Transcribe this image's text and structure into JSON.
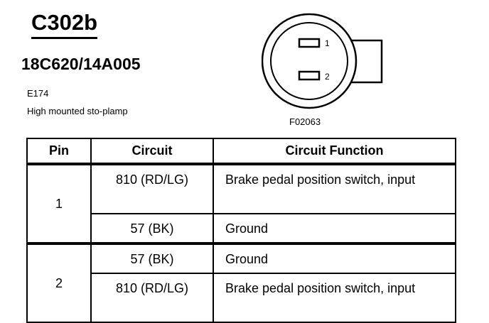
{
  "connector": {
    "id": "C302b",
    "part_number": "18C620/14A005",
    "location_code": "E174",
    "location_description": "High mounted sto-plamp",
    "figure_code": "F02063",
    "pin_labels": [
      "1",
      "2"
    ]
  },
  "table": {
    "headers": [
      "Pin",
      "Circuit",
      "Circuit Function"
    ],
    "rows": [
      {
        "pin": "1",
        "circuit": "810 (RD/LG)",
        "function": "Brake pedal position switch, input"
      },
      {
        "pin": "1",
        "circuit": "57 (BK)",
        "function": "Ground"
      },
      {
        "pin": "2",
        "circuit": "57 (BK)",
        "function": "Ground"
      },
      {
        "pin": "2",
        "circuit": "810 (RD/LG)",
        "function": "Brake pedal position switch, input"
      }
    ]
  }
}
